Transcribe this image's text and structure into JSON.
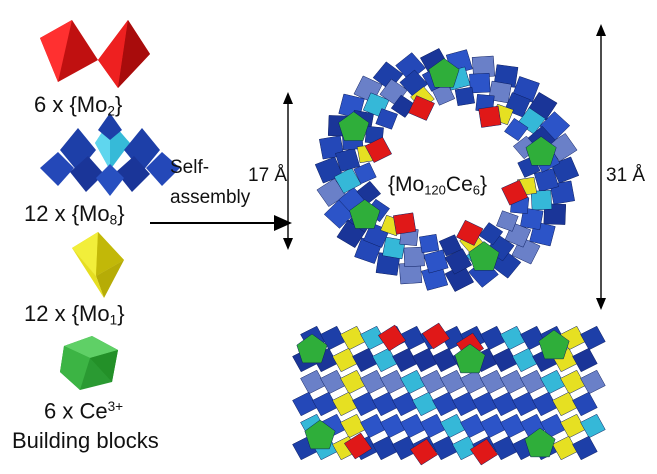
{
  "legend": {
    "mo2": {
      "count": "6 x {Mo",
      "sub": "2",
      "close": "}"
    },
    "mo8": {
      "count": "12 x {Mo",
      "sub": "8",
      "close": "}"
    },
    "mo1": {
      "count": "12 x {Mo",
      "sub": "1",
      "close": "}"
    },
    "ce": {
      "count": "6 x Ce",
      "sup": "3+"
    },
    "footer": "Building blocks"
  },
  "arrow": {
    "line1": "Self-",
    "line2": "assembly"
  },
  "ring": {
    "inner_dim": "17 Å",
    "outer_dim": "31 Å",
    "formula_a": "{Mo",
    "formula_sub": "120",
    "formula_b": "Ce",
    "formula_sub2": "6",
    "formula_c": "}"
  },
  "colors": {
    "mo2": "#e01818",
    "mo8_dark": "#1d3fa8",
    "mo8_center": "#35b8d8",
    "mo1": "#e6e022",
    "ce": "#2fae3a"
  },
  "icons": [
    "mo2-dimer-icon",
    "mo8-unit-icon",
    "mo1-octahedron-icon",
    "ce-polyhedron-icon"
  ]
}
